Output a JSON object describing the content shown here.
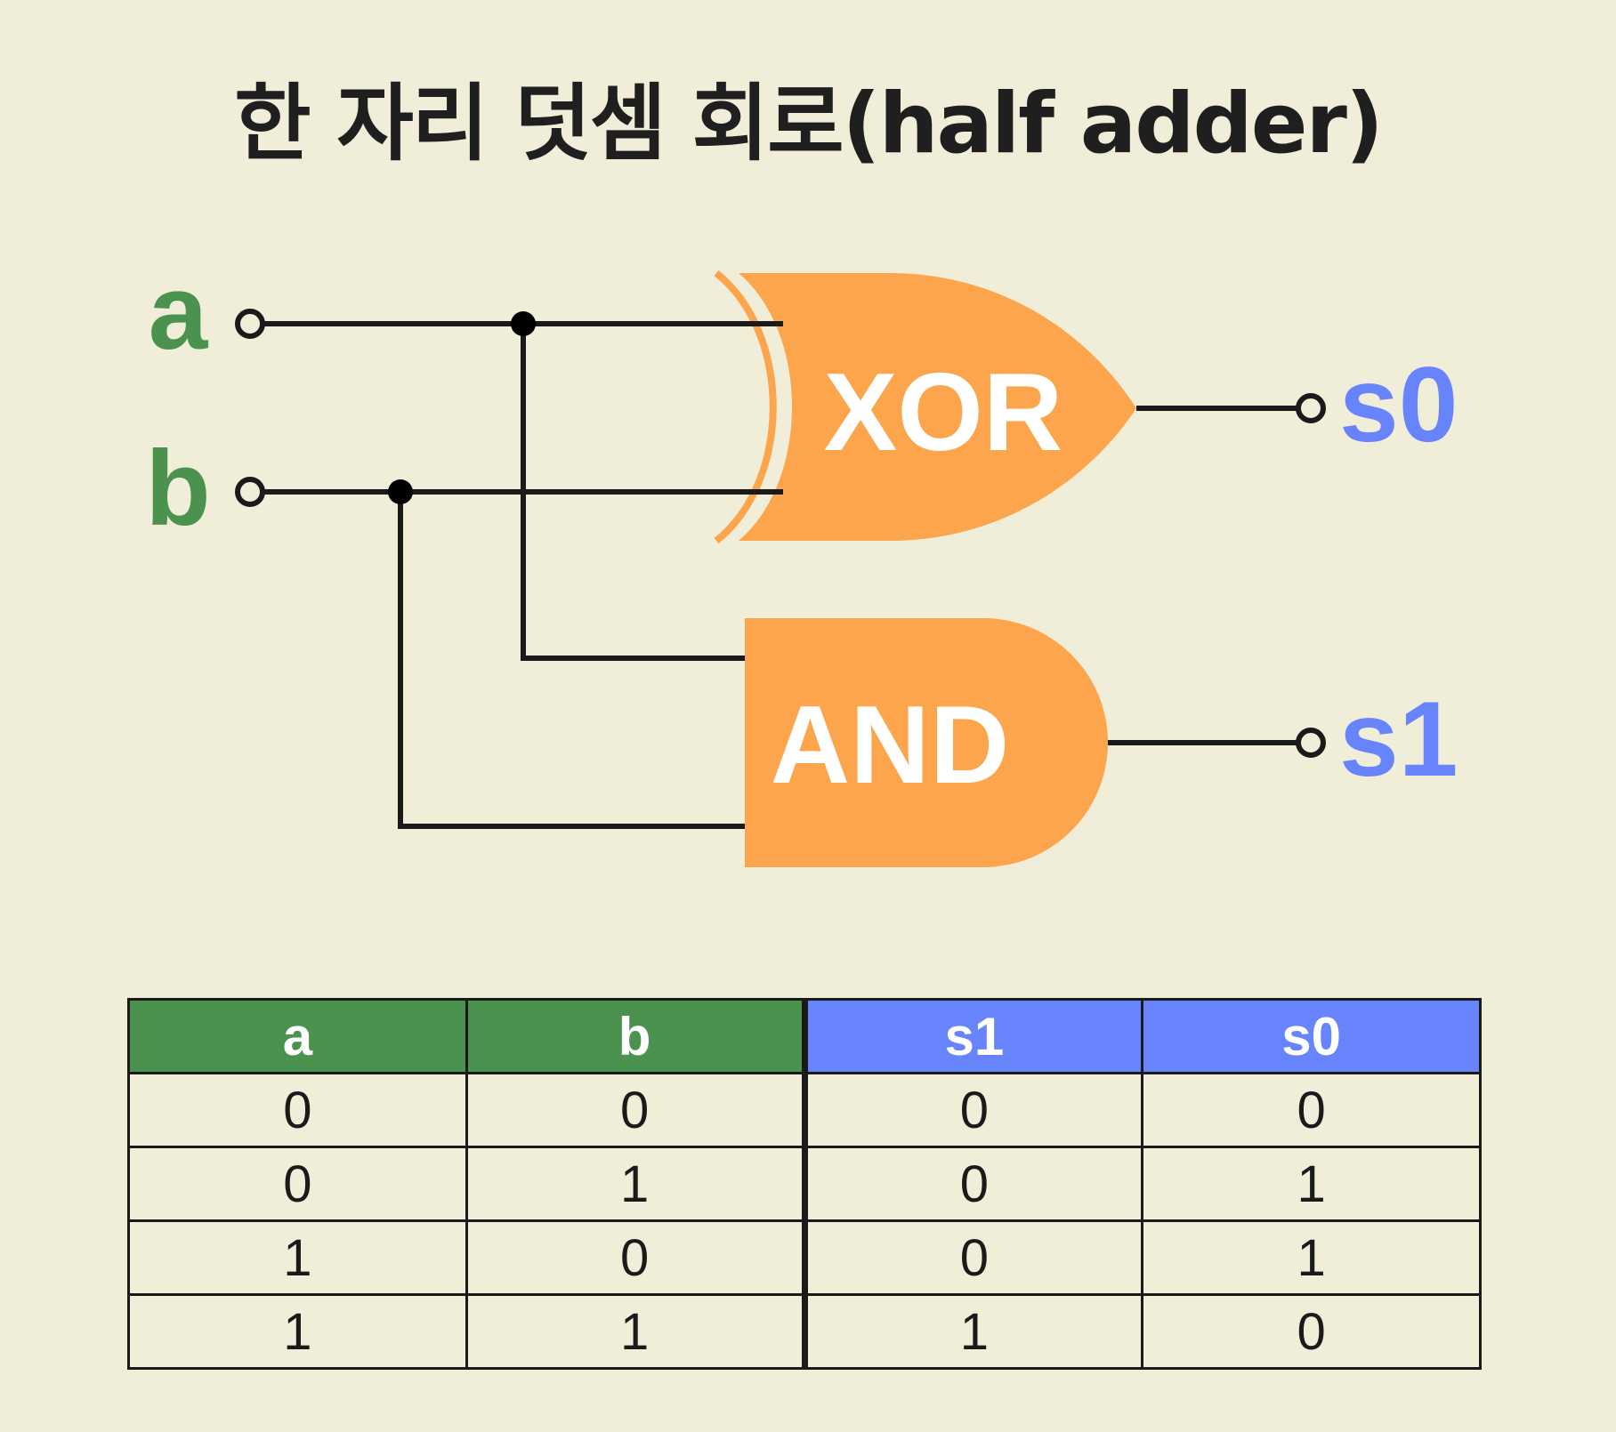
{
  "title": "한 자리 덧셈 회로(half adder)",
  "colors": {
    "background": "#f0eed8",
    "gate": "#fca54c",
    "input_label": "#4a924e",
    "output_label": "#6784fc",
    "wire": "#1a1a1a"
  },
  "diagram": {
    "inputs": [
      {
        "label": "a"
      },
      {
        "label": "b"
      }
    ],
    "gates": [
      {
        "label": "XOR"
      },
      {
        "label": "AND"
      }
    ],
    "outputs": [
      {
        "label": "s0"
      },
      {
        "label": "s1"
      }
    ]
  },
  "truth_table": {
    "headers": [
      "a",
      "b",
      "s1",
      "s0"
    ],
    "rows": [
      [
        "0",
        "0",
        "0",
        "0"
      ],
      [
        "0",
        "1",
        "0",
        "1"
      ],
      [
        "1",
        "0",
        "0",
        "1"
      ],
      [
        "1",
        "1",
        "1",
        "0"
      ]
    ]
  }
}
